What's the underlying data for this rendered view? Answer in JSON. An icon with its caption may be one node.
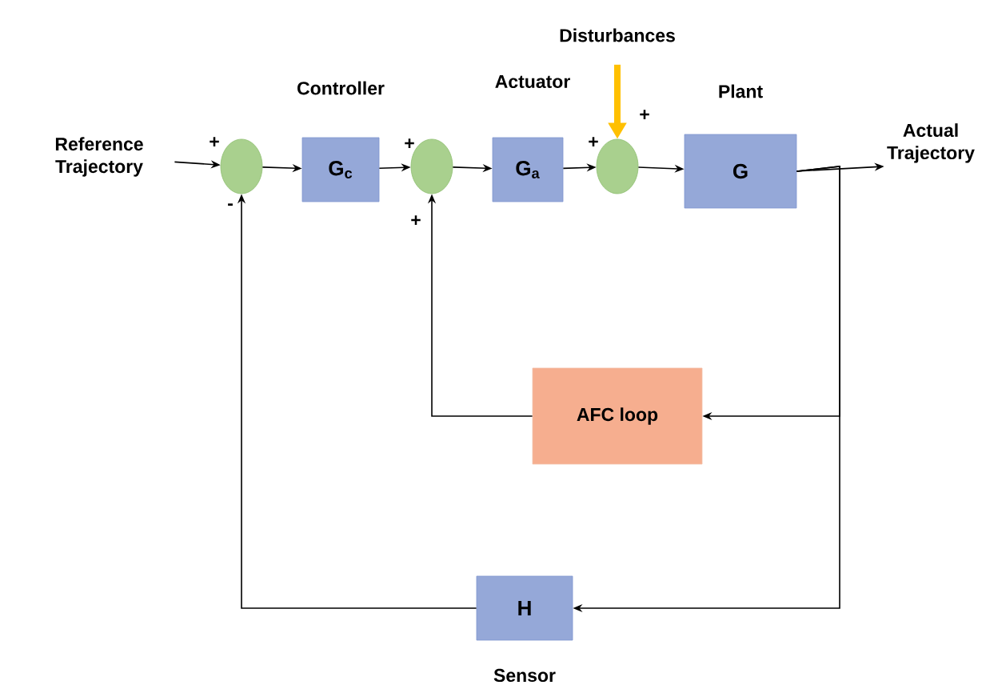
{
  "diagram": {
    "nodes": [
      {
        "text": [
          "Reference Trajectory"
        ]
      },
      {
        "text": [],
        "shape": "circle"
      },
      {
        "text": [
          "G$_{c}$"
        ],
        "beside": [
          "Controller"
        ]
      },
      {
        "text": [],
        "shape": "circle"
      },
      {
        "text": [
          "G$_{a}$"
        ],
        "beside": [
          "Actuator"
        ]
      },
      {
        "text": [],
        "shape": "circle"
      },
      {
        "text": [
          "Disturbances"
        ]
      },
      {
        "text": [
          "G"
        ],
        "beside": [
          "Plant"
        ]
      },
      {
        "text": [
          "Actual Trajectory"
        ]
      },
      {
        "text": [
          "AFC loop"
        ]
      },
      {
        "text": [
          "H"
        ],
        "beside": [
          "Sensor"
        ]
      }
    ],
    "edges": [
      {
        "from": 0,
        "to": 1,
        "arrow": "to"
      },
      {
        "from": 1,
        "to": 2,
        "arrow": "to"
      },
      {
        "from": 2,
        "to": 3,
        "arrow": "to"
      },
      {
        "from": 3,
        "to": 4,
        "arrow": "to"
      },
      {
        "from": 4,
        "to": 5,
        "arrow": "to"
      },
      {
        "from": 6,
        "to": 5,
        "arrow": "to",
        "style": "thick",
        "color": "#ffc000"
      },
      {
        "from": 5,
        "to": 7,
        "arrow": "to"
      },
      {
        "from": 7,
        "to": 8,
        "arrow": "to"
      },
      {
        "from": 7,
        "to": 9,
        "arrow": "to"
      },
      {
        "from": 9,
        "to": 3,
        "arrow": "to"
      },
      {
        "from": 7,
        "to": 10,
        "arrow": "to"
      },
      {
        "from": 10,
        "to": 1,
        "arrow": "to"
      }
    ],
    "labels": [
      "+",
      "-",
      "+",
      "+",
      "+",
      "+"
    ]
  }
}
